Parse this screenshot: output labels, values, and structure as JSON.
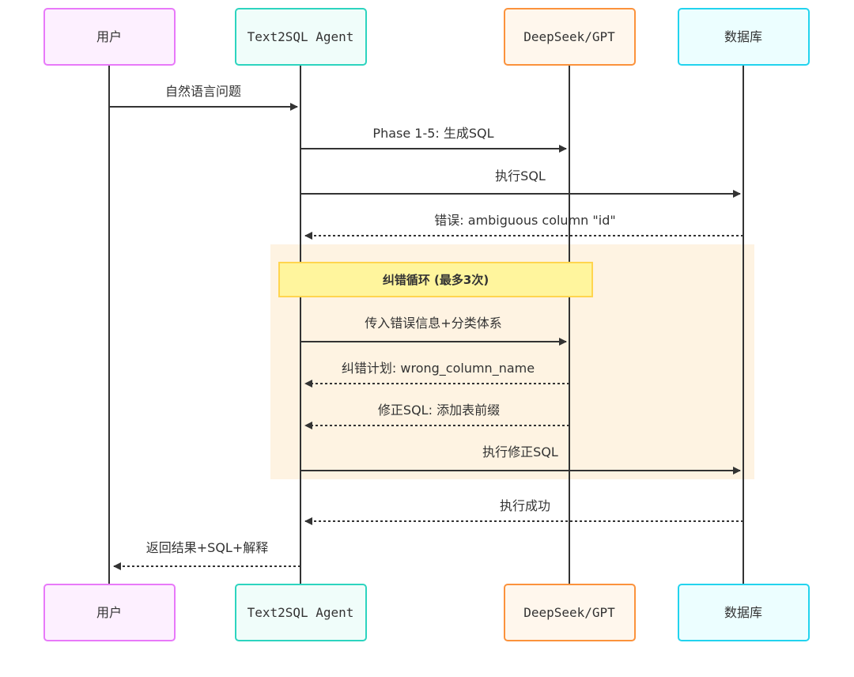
{
  "participants": {
    "user": {
      "label": "用户",
      "fill": "#FDF0FF",
      "stroke": "#E879F9"
    },
    "agent": {
      "label": "Text2SQL Agent",
      "fill": "#F0FDFA",
      "stroke": "#2DD4BF"
    },
    "llm": {
      "label": "DeepSeek/GPT",
      "fill": "#FFF7ED",
      "stroke": "#FB923C"
    },
    "db": {
      "label": "数据库",
      "fill": "#ECFEFF",
      "stroke": "#22D3EE"
    }
  },
  "messages": [
    {
      "text": "自然语言问题",
      "from": "user",
      "to": "agent",
      "style": "solid"
    },
    {
      "text": "Phase 1-5: 生成SQL",
      "from": "agent",
      "to": "llm",
      "style": "solid"
    },
    {
      "text": "执行SQL",
      "from": "agent",
      "to": "db",
      "style": "solid"
    },
    {
      "text": "错误: ambiguous column \"id\"",
      "from": "db",
      "to": "agent",
      "style": "dashed"
    },
    {
      "text": "传入错误信息+分类体系",
      "from": "agent",
      "to": "llm",
      "style": "solid"
    },
    {
      "text": "纠错计划: wrong_column_name",
      "from": "llm",
      "to": "agent",
      "style": "dashed"
    },
    {
      "text": "修正SQL: 添加表前缀",
      "from": "llm",
      "to": "agent",
      "style": "dashed"
    },
    {
      "text": "执行修正SQL",
      "from": "agent",
      "to": "db",
      "style": "solid"
    },
    {
      "text": "执行成功",
      "from": "db",
      "to": "agent",
      "style": "dashed"
    },
    {
      "text": "返回结果+SQL+解释",
      "from": "agent",
      "to": "user",
      "style": "dashed"
    }
  ],
  "loop": {
    "label": "纠错循环 (最多3次)",
    "fill": "#FEF3E2",
    "label_fill": "#FFF59D",
    "label_stroke": "#FFD54F"
  }
}
